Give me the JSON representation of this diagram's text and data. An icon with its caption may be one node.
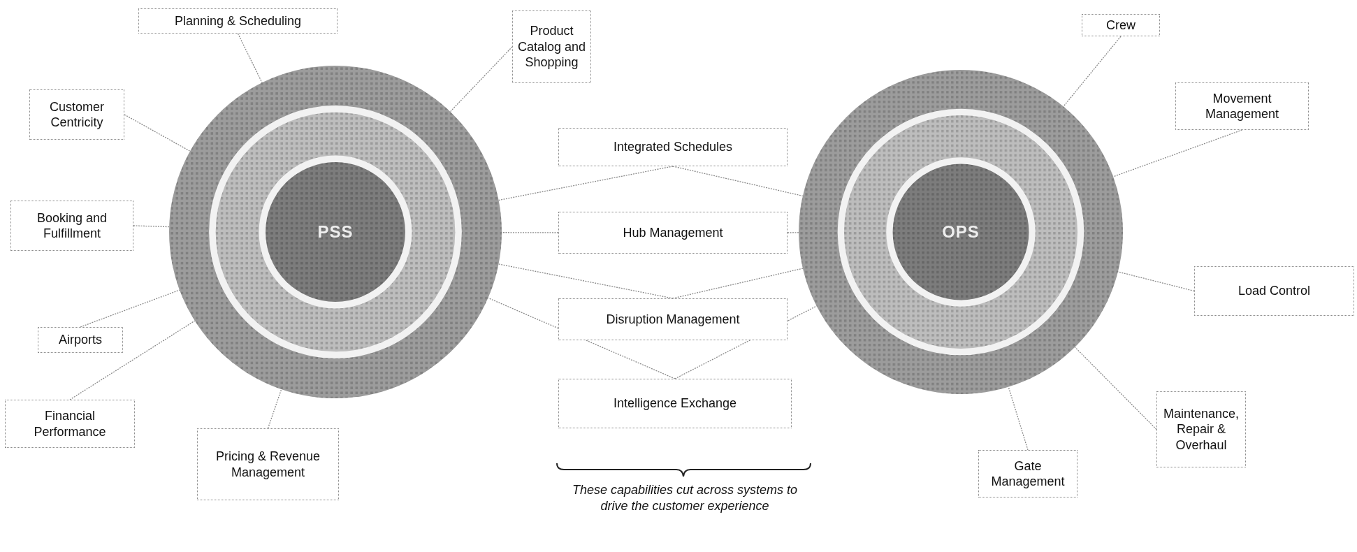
{
  "diagram": {
    "nodes": [
      {
        "text": [
          "Planning & Scheduling"
        ]
      },
      {
        "text": [
          "Product Catalog and Shopping"
        ]
      },
      {
        "text": [
          "Crew"
        ]
      },
      {
        "text": [
          "Movement Management"
        ]
      },
      {
        "text": [
          "Customer Centricity"
        ]
      },
      {
        "text": [
          "Integrated Schedules"
        ]
      },
      {
        "text": [
          "Booking and Fulfillment"
        ]
      },
      {
        "text": [
          "PSS"
        ]
      },
      {
        "text": [
          "Hub Management"
        ]
      },
      {
        "text": [
          "OPS"
        ]
      },
      {
        "text": [
          "Load Control"
        ]
      },
      {
        "text": [
          "Disruption Management"
        ]
      },
      {
        "text": [
          "Airports"
        ]
      },
      {
        "text": [
          "Intelligence Exchange"
        ]
      },
      {
        "text": [
          "Financial Performance"
        ]
      },
      {
        "text": [
          "Maintenance, Repair & Overhaul"
        ]
      },
      {
        "text": [
          "Pricing & Revenue Management"
        ]
      },
      {
        "text": [
          "Gate Management"
        ]
      }
    ],
    "edges": [
      {
        "from": 0,
        "to": 7,
        "arrow": "none"
      },
      {
        "from": 1,
        "to": 7,
        "arrow": "none"
      },
      {
        "from": 4,
        "to": 7,
        "arrow": "none"
      },
      {
        "from": 6,
        "to": 7,
        "arrow": "none"
      },
      {
        "from": 12,
        "to": 7,
        "arrow": "none"
      },
      {
        "from": 14,
        "to": 7,
        "arrow": "none"
      },
      {
        "from": 16,
        "to": 7,
        "arrow": "none"
      },
      {
        "from": 5,
        "to": 7,
        "arrow": "none"
      },
      {
        "from": 5,
        "to": 9,
        "arrow": "none"
      },
      {
        "from": 8,
        "to": 7,
        "arrow": "none"
      },
      {
        "from": 8,
        "to": 9,
        "arrow": "none"
      },
      {
        "from": 11,
        "to": 7,
        "arrow": "none"
      },
      {
        "from": 11,
        "to": 9,
        "arrow": "none"
      },
      {
        "from": 13,
        "to": 7,
        "arrow": "none"
      },
      {
        "from": 13,
        "to": 9,
        "arrow": "none"
      },
      {
        "from": 2,
        "to": 9,
        "arrow": "none"
      },
      {
        "from": 3,
        "to": 9,
        "arrow": "none"
      },
      {
        "from": 10,
        "to": 9,
        "arrow": "none"
      },
      {
        "from": 15,
        "to": 9,
        "arrow": "none"
      },
      {
        "from": 17,
        "to": 9,
        "arrow": "none"
      }
    ],
    "labels": [
      "These capabilities cut across systems to drive the customer experience"
    ]
  }
}
